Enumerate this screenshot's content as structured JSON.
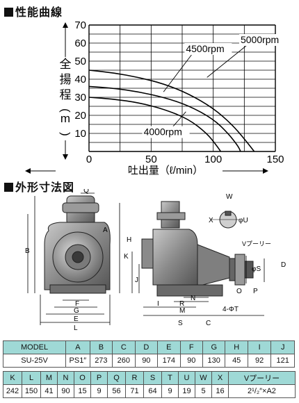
{
  "sections": {
    "performance_title": "性能曲線",
    "dimensions_title": "外形寸法図"
  },
  "chart_data": {
    "type": "line",
    "xlabel": "吐出量（ℓ/min）",
    "ylabel": "全揚程(m)",
    "xlim": [
      0,
      150
    ],
    "ylim": [
      0,
      70
    ],
    "x_ticks": [
      0,
      50,
      100,
      150
    ],
    "y_ticks": [
      10,
      20,
      30,
      40,
      50,
      60,
      70
    ],
    "grid": true,
    "series": [
      {
        "name": "5000rpm",
        "points": [
          [
            0,
            45
          ],
          [
            20,
            43.5
          ],
          [
            40,
            41
          ],
          [
            60,
            37.5
          ],
          [
            80,
            32
          ],
          [
            100,
            24
          ],
          [
            115,
            15
          ],
          [
            125,
            7
          ],
          [
            133,
            0
          ]
        ]
      },
      {
        "name": "4500rpm",
        "points": [
          [
            0,
            36
          ],
          [
            20,
            35
          ],
          [
            40,
            33
          ],
          [
            60,
            30
          ],
          [
            80,
            25.5
          ],
          [
            100,
            18
          ],
          [
            112,
            10
          ],
          [
            120,
            3
          ],
          [
            122,
            0
          ]
        ]
      },
      {
        "name": "4000rpm",
        "points": [
          [
            0,
            30
          ],
          [
            20,
            29
          ],
          [
            40,
            27
          ],
          [
            60,
            23.5
          ],
          [
            80,
            18
          ],
          [
            95,
            10
          ],
          [
            103,
            3
          ],
          [
            106,
            0
          ]
        ]
      }
    ]
  },
  "dimension_labels": {
    "front": [
      "Q",
      "A",
      "B",
      "F",
      "G",
      "E",
      "L"
    ],
    "side": [
      "K",
      "J",
      "H",
      "I",
      "M",
      "N",
      "R",
      "C",
      "S",
      "D",
      "4-ΦT",
      "φS",
      "O",
      "P",
      "Vプーリー"
    ],
    "pulley": [
      "W",
      "X",
      "φU"
    ]
  },
  "spec_table_1": {
    "headers": [
      "MODEL",
      "A",
      "B",
      "C",
      "D",
      "E",
      "F",
      "G",
      "H",
      "I",
      "J"
    ],
    "values": [
      "SU-25V",
      "PS1″",
      "273",
      "260",
      "90",
      "174",
      "90",
      "130",
      "45",
      "92",
      "121"
    ]
  },
  "spec_table_2": {
    "headers": [
      "K",
      "L",
      "M",
      "N",
      "O",
      "P",
      "Q",
      "R",
      "S",
      "T",
      "U",
      "W",
      "X",
      "Vプーリー"
    ],
    "values": [
      "242",
      "150",
      "41",
      "90",
      "15",
      "9",
      "56",
      "71",
      "64",
      "9",
      "19",
      "5",
      "16",
      "2¹/₂″×A2"
    ]
  }
}
